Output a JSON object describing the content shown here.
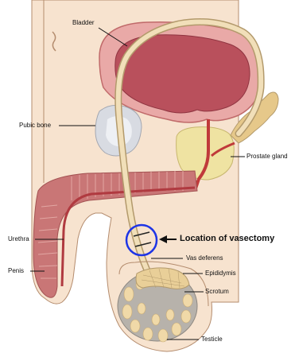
{
  "labels": {
    "bladder": "Bladder",
    "pubic_bone": "Pubic bone",
    "prostate_gland": "Prostate gland",
    "urethra": "Urethra",
    "penis": "Penis",
    "vasectomy_location": "Location of vasectomy",
    "vas_deferens": "Vas deferens",
    "epididymis": "Epididymis",
    "scrotum": "Scrotum",
    "testicle": "Testicle"
  },
  "colors": {
    "skin": "#f7e3cf",
    "skin_outline": "#b48c6e",
    "bladder_outer": "#e9a9a7",
    "bladder_inner": "#b9505c",
    "duct": "#f1dfb9",
    "duct_outline": "#b39a6c",
    "bone": "#d8dbe2",
    "prostate": "#efe3a2",
    "vessel_red": "#c03a3a",
    "penis_tissue": "#c97676",
    "highlight_circle": "#1e35e6",
    "testicle": "#b7b2ab"
  }
}
